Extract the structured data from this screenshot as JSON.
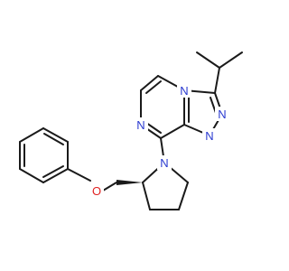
{
  "molecule": {
    "atom_labels": {
      "n1": "N",
      "n2": "N",
      "n3": "N",
      "n4": "N",
      "n5": "N",
      "o1": "O"
    },
    "colors": {
      "bond": "#1a1a1a",
      "nitrogen": "#2a3ad0",
      "oxygen": "#e02020",
      "background": "#ffffff"
    }
  }
}
